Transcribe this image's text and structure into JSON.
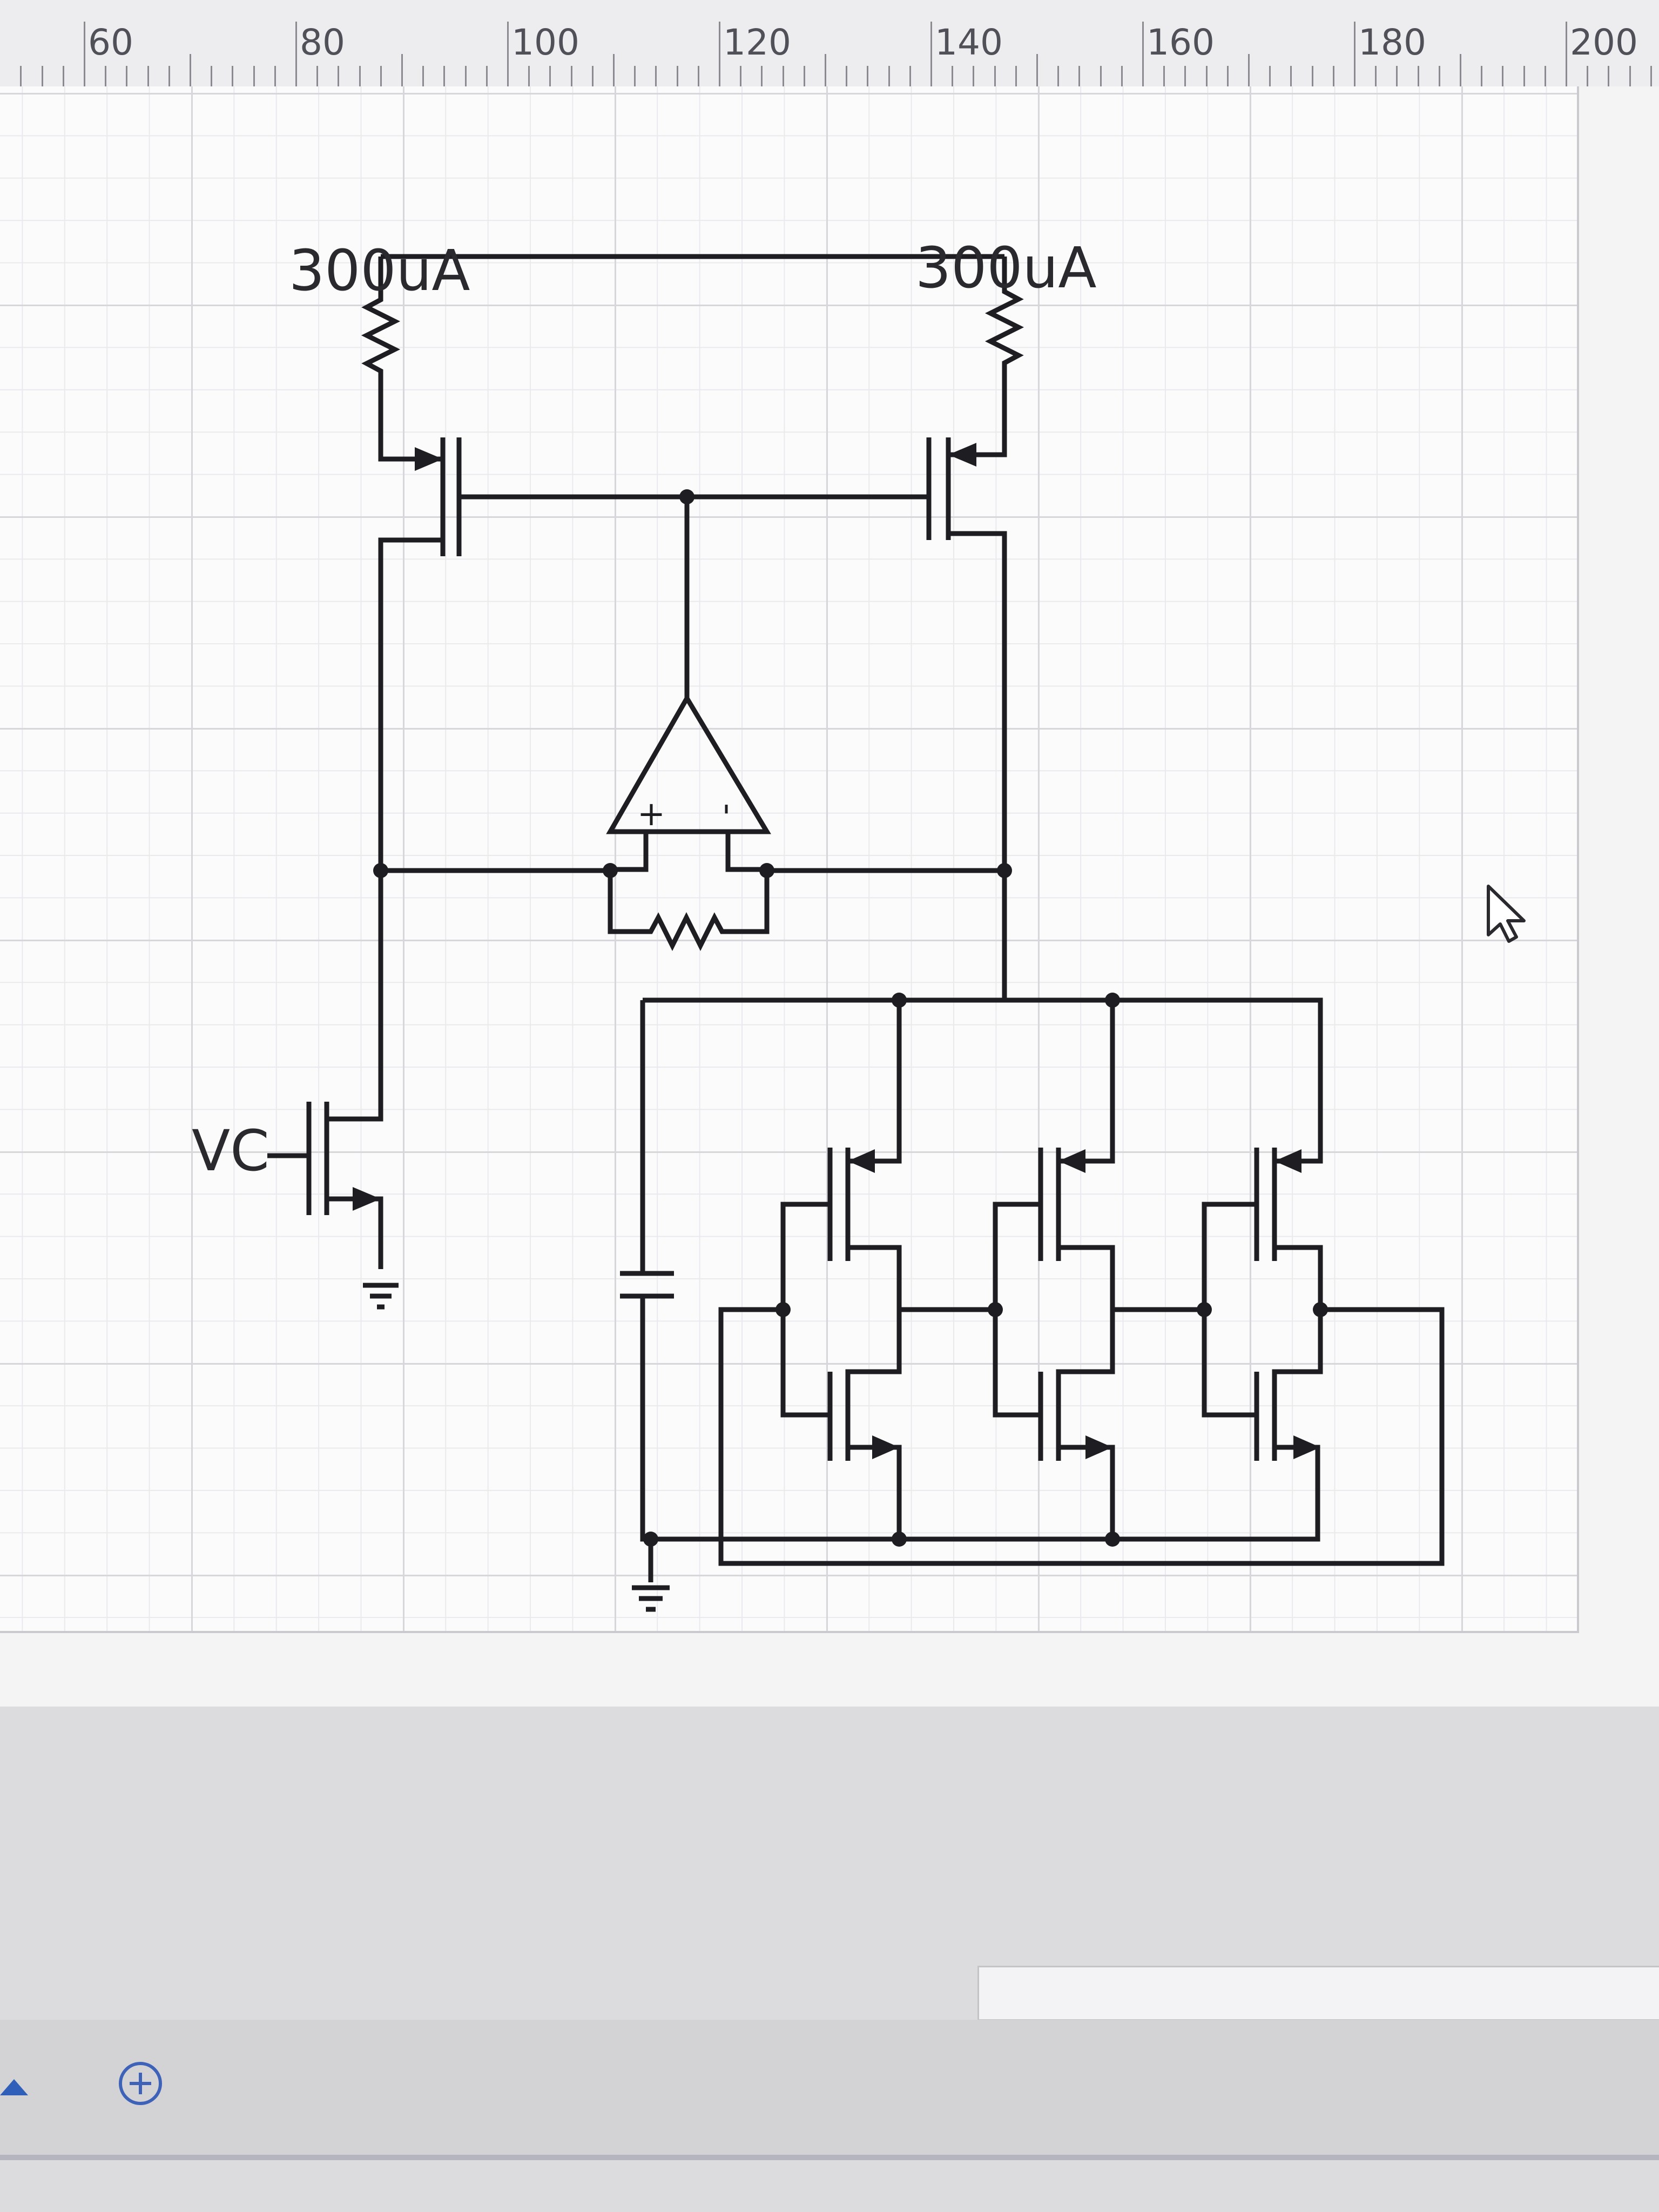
{
  "ruler": {
    "labels": [
      "60",
      "80",
      "100",
      "120",
      "140",
      "160",
      "180",
      "200"
    ]
  },
  "schematic": {
    "current_left": "300uA",
    "current_right": "300uA",
    "control_label": "VC",
    "opamp_plus": "+",
    "opamp_minus": "-",
    "wire_color": "#1e1e22"
  },
  "icons": {
    "add_page": "plus-circle-icon",
    "scroll_up": "triangle-up-icon",
    "cursor": "arrow-cursor-icon"
  }
}
